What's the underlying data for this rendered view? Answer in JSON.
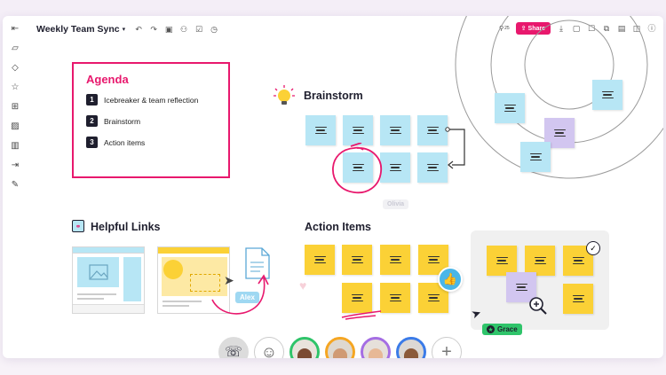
{
  "header": {
    "board_title": "Weekly Team Sync",
    "title_caret": "▾",
    "users_count": "25",
    "share_label": "Share"
  },
  "agenda": {
    "title": "Agenda",
    "items": [
      {
        "num": "1",
        "label": "Icebreaker & team reflection"
      },
      {
        "num": "2",
        "label": "Brainstorm"
      },
      {
        "num": "3",
        "label": "Action items"
      }
    ]
  },
  "brainstorm": {
    "title": "Brainstorm"
  },
  "helpful_links": {
    "title": "Helpful Links"
  },
  "action_items": {
    "title": "Action Items"
  },
  "cursors": {
    "olivia": "Olivia",
    "alex": "Alex",
    "grace": "Grace"
  },
  "colors": {
    "accent": "#e8186d",
    "sticky_blue": "#b7e6f5",
    "sticky_yellow": "#fbd136",
    "sticky_purple": "#d2c6f0",
    "grace_tag": "#2fc46a",
    "alex_tag": "#9fd8f2"
  },
  "icons": {
    "sidebar": [
      "collapse-icon",
      "sticky-note-icon",
      "shapes-icon",
      "star-icon",
      "grid-icon",
      "image-icon",
      "library-icon",
      "export-icon",
      "pen-icon"
    ],
    "toolbar": [
      "undo-icon",
      "redo-icon",
      "frame-icon",
      "people-icon",
      "checklist-icon",
      "timer-icon"
    ],
    "right": [
      "download-icon",
      "comment-icon",
      "chat-icon",
      "apps-icon",
      "notes-icon",
      "panel-icon",
      "help-icon"
    ]
  }
}
